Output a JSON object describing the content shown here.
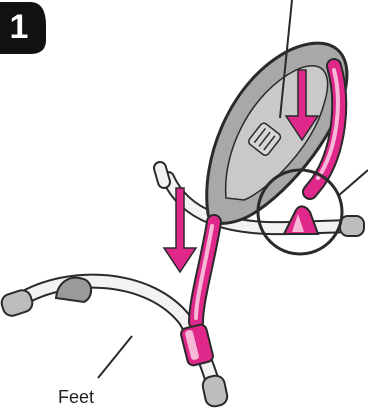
{
  "step": {
    "number": "1"
  },
  "labels": {
    "feet": "Feet"
  },
  "colors": {
    "accent": "#e0278a",
    "accent_light": "#f7b8d8",
    "frame": "#2a2a2a",
    "tube_fill": "#f2f2f2",
    "cap_fill": "#bdbdbd",
    "body_fill": "#9a9a9a"
  },
  "icons": {
    "step_badge": "step-number-badge",
    "arrows": "down-arrow-icon"
  }
}
